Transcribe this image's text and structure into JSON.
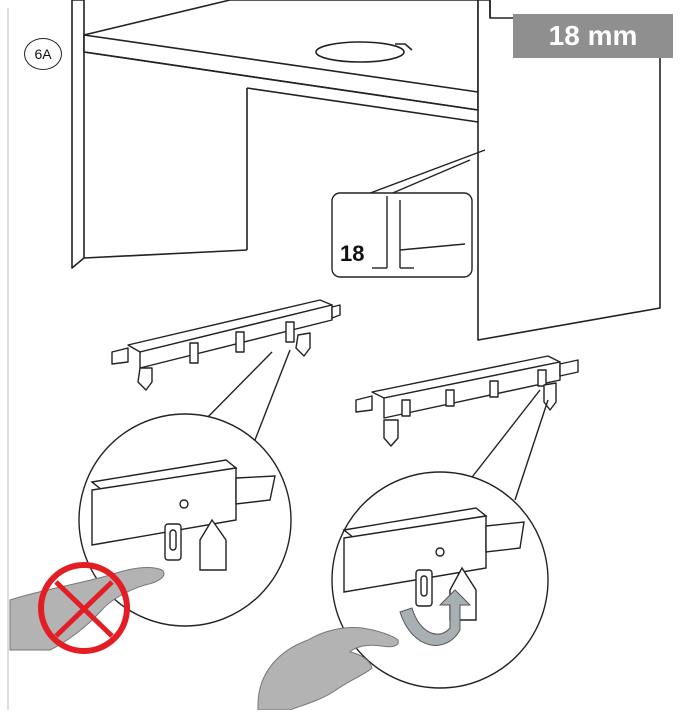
{
  "step_label": "6A",
  "thickness_badge": "18 mm",
  "detail_dimension": "18",
  "colors": {
    "badge_bg": "#8f8f8f",
    "badge_text": "#ffffff",
    "line": "#222222",
    "panel_fill": "#ffffff",
    "hand_fill": "#b3b3b3",
    "prohibit_red": "#e21d24",
    "arrow_fill": "#a8b0b3"
  },
  "icons": [
    "prohibited-icon",
    "hand-icon",
    "curved-arrow-icon"
  ]
}
